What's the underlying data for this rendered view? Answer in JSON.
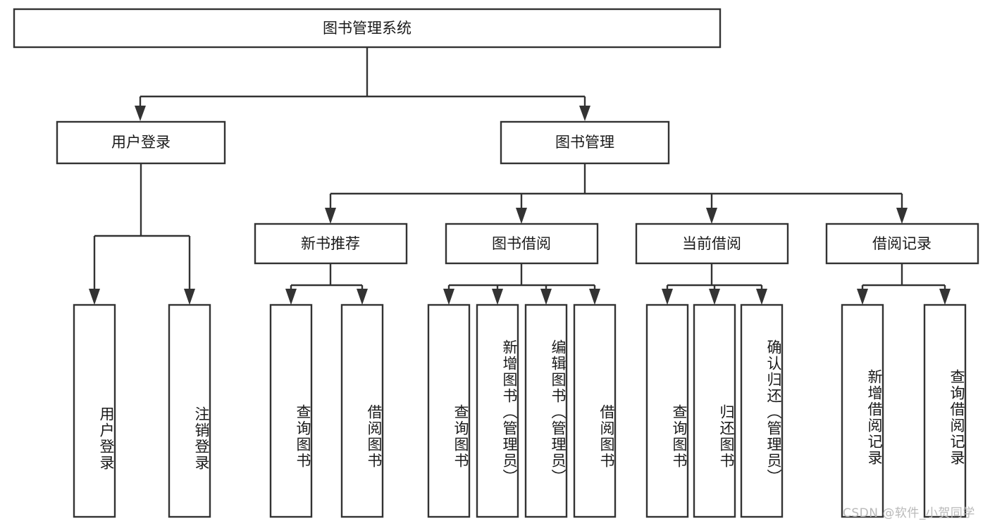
{
  "diagram": {
    "type": "tree-hierarchy",
    "title": "图书管理系统",
    "background_color": "#ffffff",
    "box_fill": "#ffffff",
    "box_stroke": "#333333",
    "text_color": "#1a1a1a",
    "nodes": {
      "root": {
        "label": "图书管理系统"
      },
      "level2": [
        {
          "id": "user-login",
          "label": "用户登录"
        },
        {
          "id": "book-manage",
          "label": "图书管理"
        }
      ],
      "level3": [
        {
          "id": "new-book-recommend",
          "label": "新书推荐"
        },
        {
          "id": "book-borrow",
          "label": "图书借阅"
        },
        {
          "id": "current-borrow",
          "label": "当前借阅"
        },
        {
          "id": "borrow-record",
          "label": "借阅记录"
        }
      ],
      "leaves": {
        "user-login": [
          {
            "id": "leaf-user-login",
            "label": "用户登录"
          },
          {
            "id": "leaf-logout",
            "label": "注销登录"
          }
        ],
        "new-book-recommend": [
          {
            "id": "leaf-query-book-1",
            "label": "查询图书"
          },
          {
            "id": "leaf-borrow-book-1",
            "label": "借阅图书"
          }
        ],
        "book-borrow": [
          {
            "id": "leaf-query-book-2",
            "label": "查询图书"
          },
          {
            "id": "leaf-add-book",
            "label": "新增图书（管理员）"
          },
          {
            "id": "leaf-edit-book",
            "label": "编辑图书（管理员）"
          },
          {
            "id": "leaf-borrow-book-2",
            "label": "借阅图书"
          }
        ],
        "current-borrow": [
          {
            "id": "leaf-query-book-3",
            "label": "查询图书"
          },
          {
            "id": "leaf-return-book",
            "label": "归还图书"
          },
          {
            "id": "leaf-confirm-return",
            "label": "确认归还（管理员）"
          }
        ],
        "borrow-record": [
          {
            "id": "leaf-add-record",
            "label": "新增借阅记录"
          },
          {
            "id": "leaf-query-record",
            "label": "查询借阅记录"
          }
        ]
      }
    }
  },
  "watermark": {
    "text": "CSDN @软件_小贺同学"
  }
}
